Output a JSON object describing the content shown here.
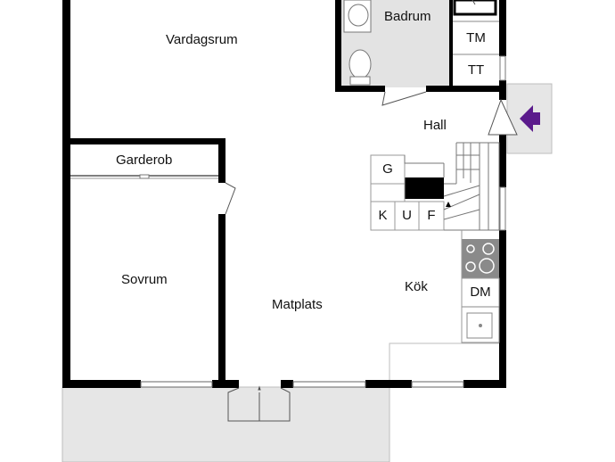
{
  "rooms": {
    "vardagsrum": "Vardagsrum",
    "badrum": "Badrum",
    "hall": "Hall",
    "garderob": "Garderob",
    "sovrum": "Sovrum",
    "matplats": "Matplats",
    "kok": "Kök"
  },
  "fixtures": {
    "tm": "TM",
    "tt": "TT",
    "g": "G",
    "k": "K",
    "u": "U",
    "f": "F",
    "dm": "DM"
  },
  "colors": {
    "wall": "#000000",
    "bathroom_floor": "#e3e3e3",
    "terrace": "#e6e6e6",
    "entrance_arrow": "#5b1b8c",
    "stove": "#8a8a8a"
  },
  "icons": {
    "entrance": "entrance-arrow-icon"
  }
}
